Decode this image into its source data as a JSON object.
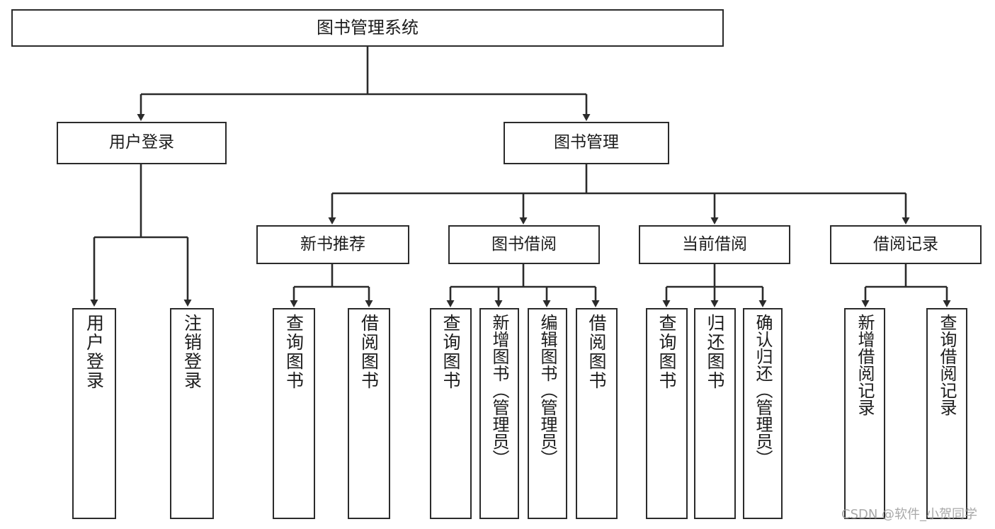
{
  "diagram": {
    "type": "tree-hierarchy",
    "title": "图书管理系统",
    "orientation": "top-down",
    "colors": {
      "background": "#ffffff",
      "box_border": "#2b2b2b",
      "box_fill": "#ffffff",
      "connector": "#2b2b2b",
      "text": "#1c1c1c",
      "watermark": "#9a9a9a"
    }
  },
  "root": {
    "label": "图书管理系统"
  },
  "level2": [
    {
      "label": "用户登录"
    },
    {
      "label": "图书管理"
    }
  ],
  "level3": [
    {
      "label": "新书推荐"
    },
    {
      "label": "图书借阅"
    },
    {
      "label": "当前借阅"
    },
    {
      "label": "借阅记录"
    }
  ],
  "leaves": {
    "user_login": [
      {
        "label": "用户登录"
      },
      {
        "label": "注销登录"
      }
    ],
    "new_book_recommend": [
      {
        "label": "查询图书"
      },
      {
        "label": "借阅图书"
      }
    ],
    "book_borrow": [
      {
        "label": "查询图书"
      },
      {
        "label": "新增图书（管理员）"
      },
      {
        "label": "编辑图书（管理员）"
      },
      {
        "label": "借阅图书"
      }
    ],
    "current_borrow": [
      {
        "label": "查询图书"
      },
      {
        "label": "归还图书"
      },
      {
        "label": "确认归还（管理员）"
      }
    ],
    "borrow_record": [
      {
        "label": "新增借阅记录"
      },
      {
        "label": "查询借阅记录"
      }
    ]
  },
  "watermark": {
    "text": "CSDN @软件_小贺同学"
  }
}
